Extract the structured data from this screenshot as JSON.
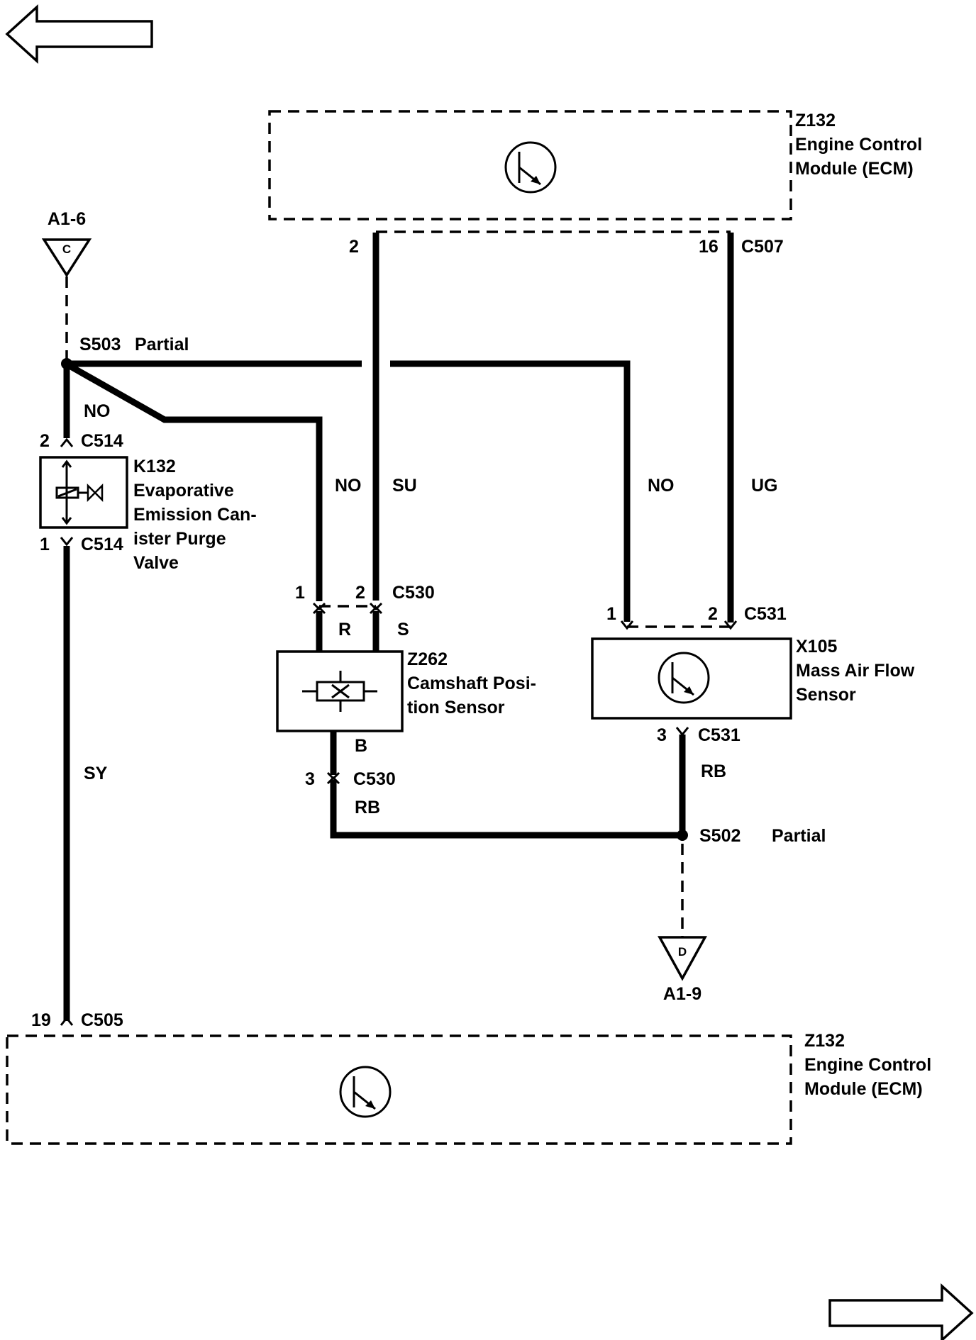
{
  "ecm_top": {
    "id": "Z132",
    "line1": "Engine Control",
    "line2": "Module (ECM)"
  },
  "ecm_bottom": {
    "id": "Z132",
    "line1": "Engine Control",
    "line2": "Module (ECM)"
  },
  "ref_c": {
    "letter": "C",
    "label": "A1-6"
  },
  "ref_d": {
    "letter": "D",
    "label": "A1-9"
  },
  "splice_s503": {
    "id": "S503",
    "note": "Partial"
  },
  "splice_s502": {
    "id": "S502",
    "note": "Partial"
  },
  "purge_valve": {
    "id": "K132",
    "line1": "Evaporative",
    "line2": "Emission Can-",
    "line3": "ister Purge",
    "line4": "Valve",
    "conn_top_pin": "2",
    "conn_top": "C514",
    "conn_bot_pin": "1",
    "conn_bot": "C514"
  },
  "cam_sensor": {
    "id": "Z262",
    "line1": "Camshaft Posi-",
    "line2": "tion Sensor",
    "pin1": "1",
    "pin2": "2",
    "conn": "C530",
    "term_r": "R",
    "term_s": "S",
    "term_b": "B",
    "pin3": "3",
    "conn3": "C530"
  },
  "maf_sensor": {
    "id": "X105",
    "line1": "Mass Air Flow",
    "line2": "Sensor",
    "pin1": "1",
    "pin2": "2",
    "conn": "C531",
    "pin3": "3",
    "conn3": "C531"
  },
  "ecm_top_pins": {
    "pin_a": "2",
    "pin_b": "16",
    "conn": "C507"
  },
  "ecm_bottom_pin": {
    "pin": "19",
    "conn": "C505"
  },
  "wire_colors": {
    "no_purge": "NO",
    "no_cam": "NO",
    "su": "SU",
    "no_maf": "NO",
    "ug": "UG",
    "sy": "SY",
    "rb_cam": "RB",
    "rb_maf": "RB"
  }
}
